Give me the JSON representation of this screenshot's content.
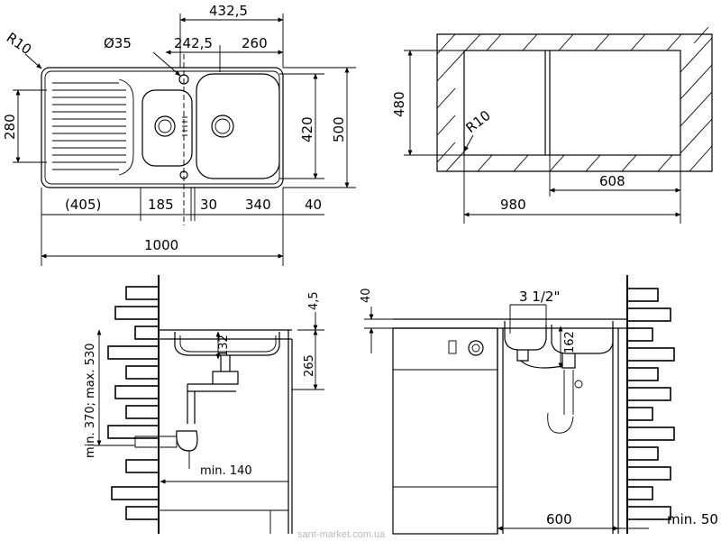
{
  "plan": {
    "radius": "R10",
    "hole_diameter": "Ø35",
    "top_overall": "432,5",
    "top_center": "242,5",
    "top_right": "260",
    "left_height": "280",
    "bowl_height": "420",
    "total_height": "500",
    "bottom_drainer": "(405)",
    "bottom_small_bowl": "185",
    "bottom_gap": "30",
    "bottom_large_bowl": "340",
    "bottom_edge": "40",
    "total_width": "1000"
  },
  "cutout": {
    "height": "480",
    "radius": "R10",
    "cutout_width": "608",
    "cabinet_width": "980"
  },
  "section_left": {
    "rim": "4,5",
    "depth": "132",
    "bowl_depth": "265",
    "drain_height": "min. 370; max. 530",
    "trap_offset": "min. 140"
  },
  "section_right": {
    "top_offset": "40",
    "strainer": "3 1/2\"",
    "drain_depth": "162",
    "cabinet": "600",
    "wall_gap": "min. 50"
  },
  "watermark": "sant-market.com.ua"
}
